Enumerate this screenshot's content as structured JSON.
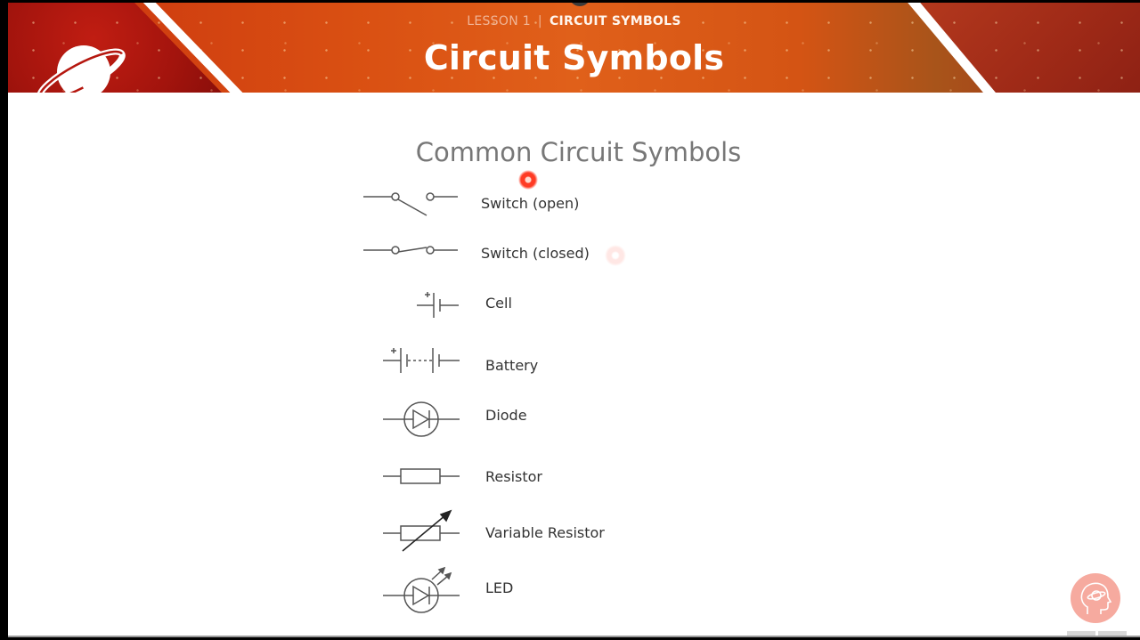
{
  "header": {
    "breadcrumb": {
      "lesson": "LESSON 1",
      "separator": "|",
      "current": "CIRCUIT SYMBOLS"
    },
    "title": "Circuit Symbols",
    "logo_icon": "planet-logo-icon"
  },
  "content": {
    "section_title": "Common Circuit Symbols",
    "symbols": [
      {
        "label": "Switch (open)",
        "icon": "switch-open-icon"
      },
      {
        "label": "Switch (closed)",
        "icon": "switch-closed-icon"
      },
      {
        "label": "Cell",
        "icon": "cell-icon"
      },
      {
        "label": "Battery",
        "icon": "battery-icon"
      },
      {
        "label": "Diode",
        "icon": "diode-icon"
      },
      {
        "label": "Resistor",
        "icon": "resistor-icon"
      },
      {
        "label": "Variable Resistor",
        "icon": "variable-resistor-icon"
      },
      {
        "label": "LED",
        "icon": "led-icon"
      }
    ]
  },
  "help_button": {
    "icon": "head-planet-icon"
  },
  "colors": {
    "banner_orange": "#e0601a",
    "banner_red": "#a3140d",
    "title_gray": "#777777",
    "cursor_red": "#ff3b24",
    "help_badge": "#f6a195"
  }
}
